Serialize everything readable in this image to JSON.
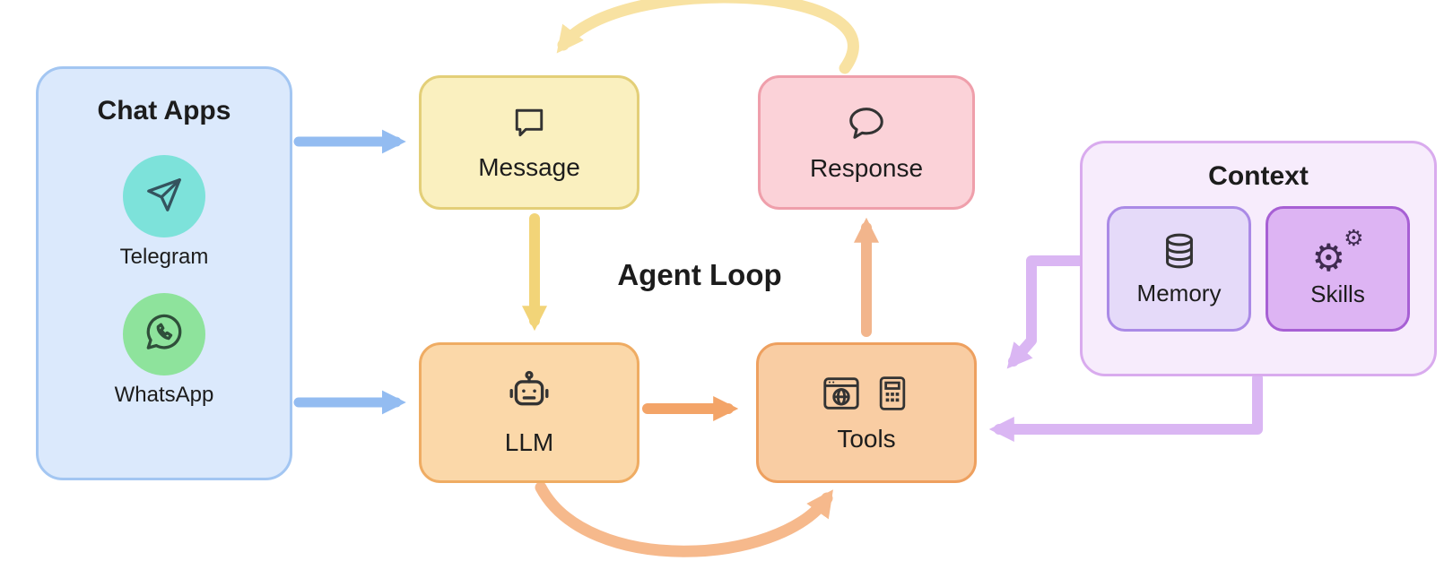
{
  "nodes": {
    "chat_apps": {
      "title": "Chat Apps",
      "items": [
        {
          "label": "Telegram",
          "icon": "telegram-paper-plane-icon",
          "badge_color": "#7de2da"
        },
        {
          "label": "WhatsApp",
          "icon": "whatsapp-icon",
          "badge_color": "#8ee39c"
        }
      ]
    },
    "message": {
      "label": "Message",
      "icon": "speech-bubble-square-icon"
    },
    "response": {
      "label": "Response",
      "icon": "speech-bubble-round-icon"
    },
    "llm": {
      "label": "LLM",
      "icon": "robot-icon"
    },
    "tools": {
      "label": "Tools",
      "icons": [
        "browser-globe-icon",
        "calculator-icon"
      ]
    },
    "agent_loop": {
      "label": "Agent Loop"
    },
    "context": {
      "title": "Context",
      "memory": {
        "label": "Memory",
        "icon": "database-icon"
      },
      "skills": {
        "label": "Skills",
        "icon": "gears-icon",
        "glyph": "⚙"
      }
    }
  },
  "edges": [
    {
      "from": "chat_apps",
      "to": "message",
      "style": "straight",
      "color": "#93bcf1"
    },
    {
      "from": "chat_apps",
      "to": "llm",
      "style": "straight",
      "color": "#93bcf1"
    },
    {
      "from": "message",
      "to": "llm",
      "style": "straight",
      "color": "#f2d478"
    },
    {
      "from": "llm",
      "to": "tools",
      "style": "straight",
      "color": "#f3a468"
    },
    {
      "from": "llm",
      "to": "tools",
      "style": "curved-bottom",
      "color": "#f6b98c"
    },
    {
      "from": "tools",
      "to": "response",
      "style": "straight",
      "color": "#f2b58c"
    },
    {
      "from": "response",
      "to": "message",
      "style": "curved-top",
      "color": "#f8e2a2"
    },
    {
      "from": "context",
      "to": "tools",
      "style": "elbow-down",
      "color": "#dab6f3"
    },
    {
      "from": "context",
      "to": "tools",
      "style": "elbow-left",
      "color": "#dab6f3"
    }
  ],
  "colors": {
    "chat_apps_fill": "#dbe9fc",
    "chat_apps_border": "#a3c6f2",
    "message_fill": "#faf0bf",
    "message_border": "#e3cf78",
    "response_fill": "#fbd2d8",
    "response_border": "#ef9fab",
    "llm_fill": "#fbd8a9",
    "llm_border": "#efac63",
    "tools_fill": "#f9cda3",
    "tools_border": "#eea05f",
    "context_fill": "#f7ecfc",
    "context_border": "#d9abee",
    "memory_fill": "#e5daf9",
    "memory_border": "#aa8ae6",
    "skills_fill": "#ddb4f3",
    "skills_border": "#a75fd4",
    "text": "#1c1c1c"
  }
}
